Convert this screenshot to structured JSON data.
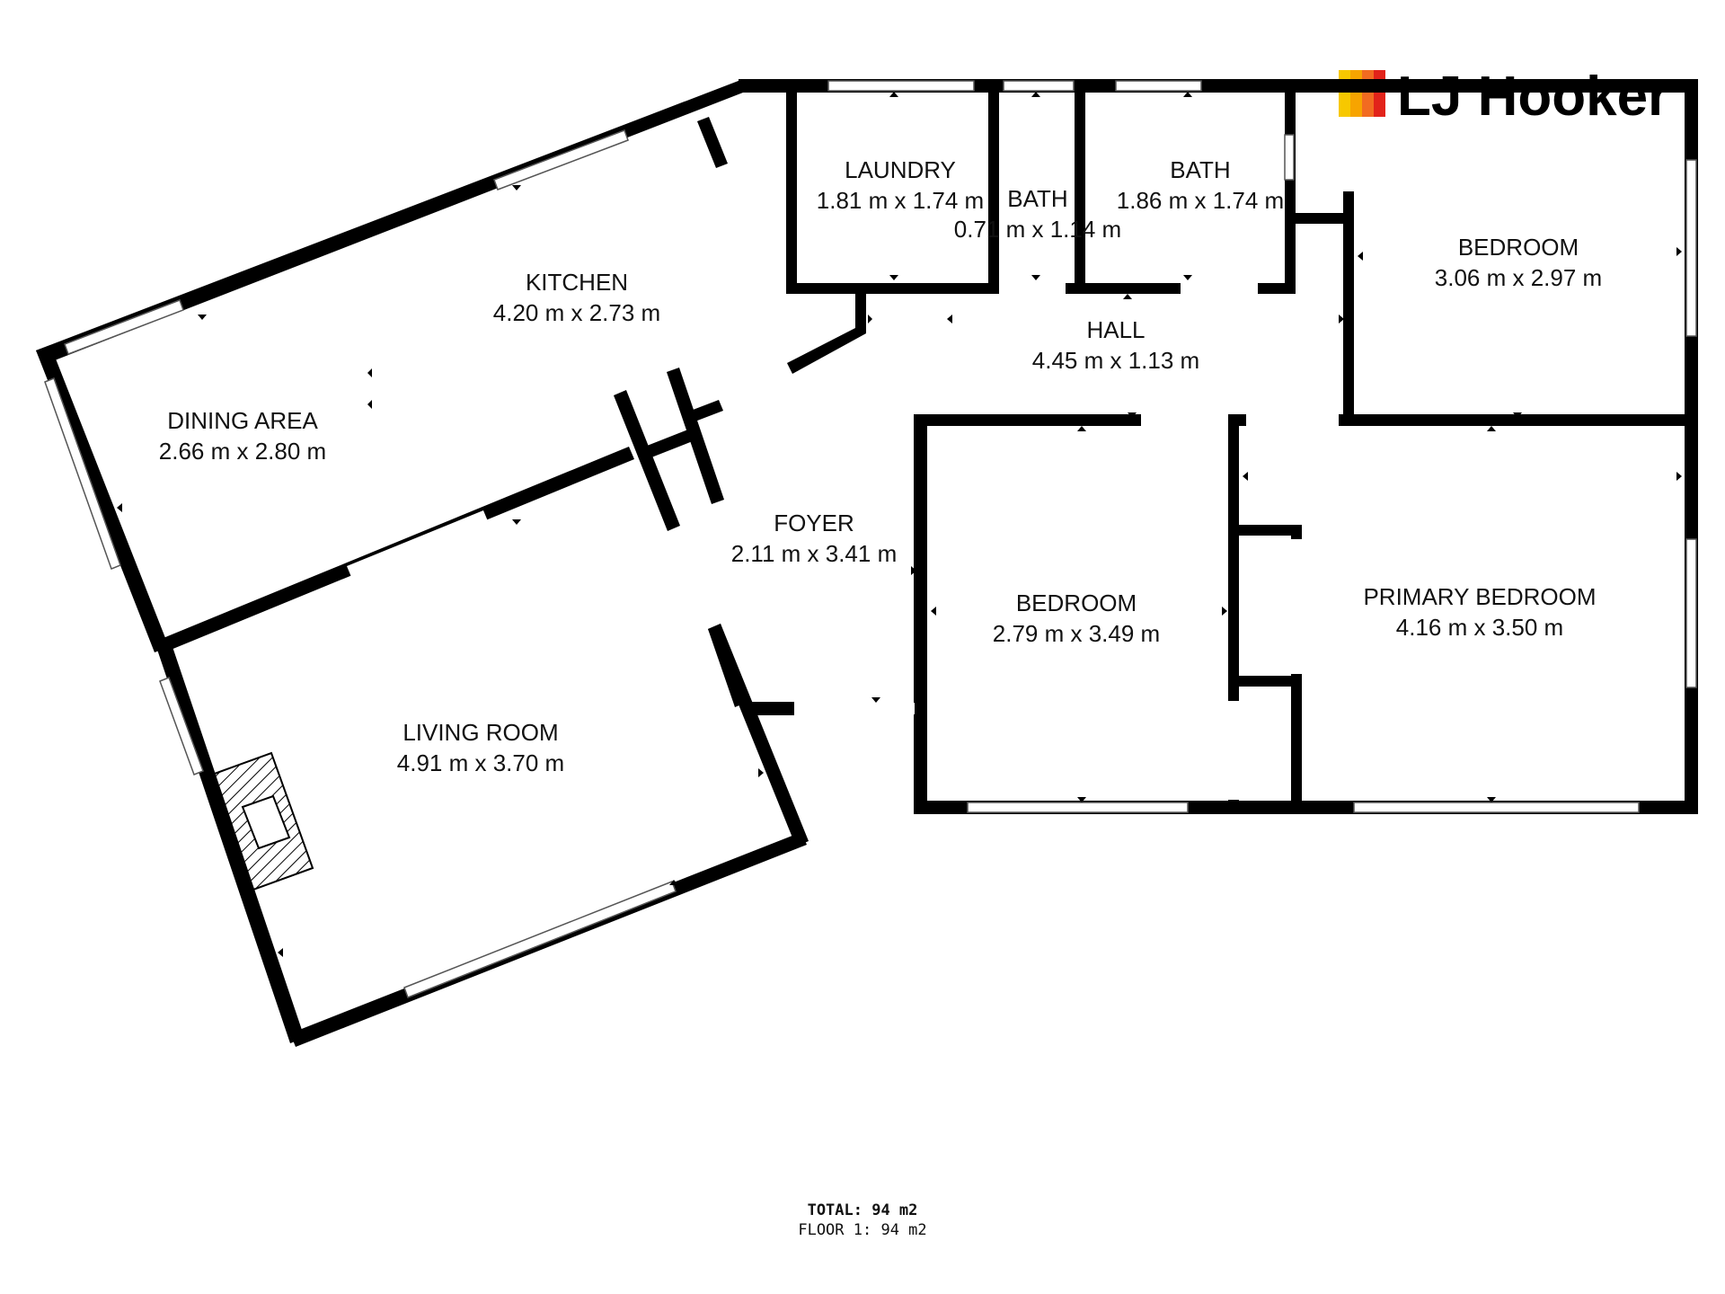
{
  "brand": {
    "name": "LJ Hooker",
    "colors": [
      "#f7c800",
      "#f7a400",
      "#f26b21",
      "#e2231a"
    ]
  },
  "rooms": [
    {
      "id": "laundry",
      "name": "LAUNDRY",
      "dims": "1.81 m x 1.74 m"
    },
    {
      "id": "bath-small",
      "name": "BATH",
      "dims": "0.71 m x 1.14 m"
    },
    {
      "id": "bath",
      "name": "BATH",
      "dims": "1.86 m x 1.74 m"
    },
    {
      "id": "bedroom-ne",
      "name": "BEDROOM",
      "dims": "3.06 m x 2.97 m"
    },
    {
      "id": "kitchen",
      "name": "KITCHEN",
      "dims": "4.20 m x 2.73 m"
    },
    {
      "id": "hall",
      "name": "HALL",
      "dims": "4.45 m x 1.13 m"
    },
    {
      "id": "dining",
      "name": "DINING AREA",
      "dims": "2.66 m x 2.80 m"
    },
    {
      "id": "foyer",
      "name": "FOYER",
      "dims": "2.11 m x 3.41 m"
    },
    {
      "id": "bedroom-s",
      "name": "BEDROOM",
      "dims": "2.79 m x 3.49 m"
    },
    {
      "id": "primary",
      "name": "PRIMARY BEDROOM",
      "dims": "4.16 m x 3.50 m"
    },
    {
      "id": "living",
      "name": "LIVING ROOM",
      "dims": "4.91 m x 3.70 m"
    }
  ],
  "totals": {
    "total": "TOTAL: 94 m2",
    "floor": "FLOOR 1: 94 m2"
  }
}
